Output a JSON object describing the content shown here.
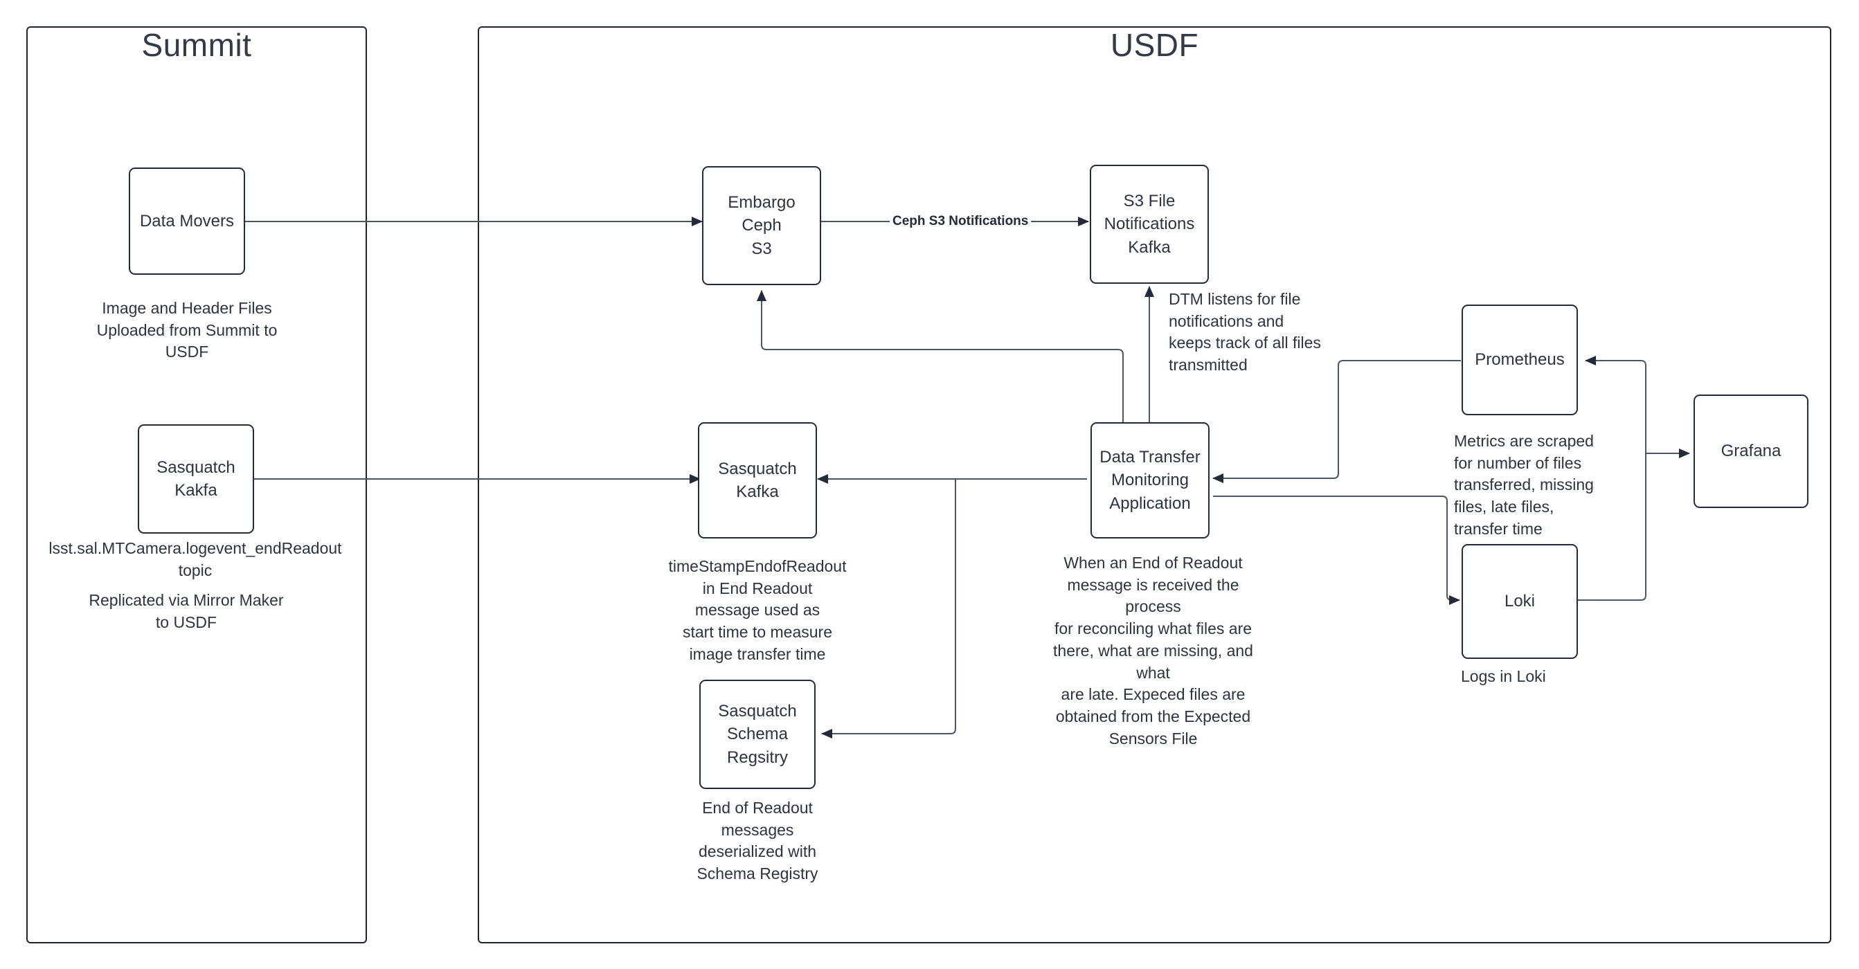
{
  "diagram": {
    "title": "Data Transfer Monitoring Architecture",
    "colors": {
      "stroke": "#232b38",
      "thin_stroke": "#6b7280",
      "background": "#ffffff",
      "text": "#2c3442"
    },
    "groups": [
      {
        "id": "summit",
        "label": "Summit"
      },
      {
        "id": "usdf",
        "label": "USDF"
      }
    ],
    "nodes": [
      {
        "id": "data-movers",
        "label": "Data Movers"
      },
      {
        "id": "sasquatch-kakfa-summit",
        "label": "Sasquatch\nKakfa"
      },
      {
        "id": "embargo-ceph-s3",
        "label": "Embargo Ceph\nS3"
      },
      {
        "id": "s3-file-notifications-kafka",
        "label": "S3 File\nNotifications\nKafka"
      },
      {
        "id": "sasquatch-kafka-usdf",
        "label": "Sasquatch\nKafka"
      },
      {
        "id": "data-transfer-monitoring-application",
        "label": "Data Transfer\nMonitoring\nApplication"
      },
      {
        "id": "sasquatch-schema-regsitry",
        "label": "Sasquatch\nSchema\nRegsitry"
      },
      {
        "id": "prometheus",
        "label": "Prometheus"
      },
      {
        "id": "loki",
        "label": "Loki"
      },
      {
        "id": "grafana",
        "label": "Grafana"
      }
    ],
    "captions": [
      {
        "id": "data-movers-caption",
        "text": "Image and Header Files\nUploaded from Summit to\nUSDF"
      },
      {
        "id": "sasquatch-summit-caption-topic",
        "text": "lsst.sal.MTCamera.logevent_endReadout\ntopic"
      },
      {
        "id": "sasquatch-summit-caption-mirror",
        "text": "Replicated via Mirror Maker\nto USDF"
      },
      {
        "id": "sasquatch-usdf-caption",
        "text": "timeStampEndofReadout\nin End Readout\nmessage used as\nstart time to measure\nimage transfer time"
      },
      {
        "id": "schema-registry-caption",
        "text": "End of Readout\nmessages\ndeserialized with\nSchema Registry"
      },
      {
        "id": "dtm-listens-caption",
        "text": "DTM listens for file\nnotifications and\nkeeps track of all files\ntransmitted"
      },
      {
        "id": "dtm-process-caption",
        "text": "When an End of Readout\nmessage is received the process\nfor reconciling what files are\nthere, what are missing, and what\nare late. Expeced files are\nobtained from the Expected\nSensors File"
      },
      {
        "id": "prometheus-caption",
        "text": "Metrics are scraped\nfor number of files\ntransferred, missing\nfiles, late files,\ntransfer time"
      },
      {
        "id": "loki-caption",
        "text": "Logs in Loki"
      }
    ],
    "edge_labels": [
      {
        "id": "ceph-s3-notifications",
        "text": "Ceph S3 Notifications"
      }
    ],
    "connections": [
      {
        "from": "data-movers",
        "to": "embargo-ceph-s3"
      },
      {
        "from": "embargo-ceph-s3",
        "to": "s3-file-notifications-kafka",
        "label": "Ceph S3 Notifications"
      },
      {
        "from": "sasquatch-kakfa-summit",
        "to": "sasquatch-kafka-usdf"
      },
      {
        "from": "s3-file-notifications-kafka",
        "to": "data-transfer-monitoring-application"
      },
      {
        "from": "data-transfer-monitoring-application",
        "to": "embargo-ceph-s3"
      },
      {
        "from": "data-transfer-monitoring-application",
        "to": "sasquatch-kafka-usdf"
      },
      {
        "from": "data-transfer-monitoring-application",
        "to": "sasquatch-schema-regsitry"
      },
      {
        "from": "prometheus",
        "to": "data-transfer-monitoring-application"
      },
      {
        "from": "data-transfer-monitoring-application",
        "to": "loki"
      },
      {
        "from": "loki",
        "to": "prometheus"
      },
      {
        "from": "prometheus",
        "to": "grafana"
      }
    ]
  }
}
